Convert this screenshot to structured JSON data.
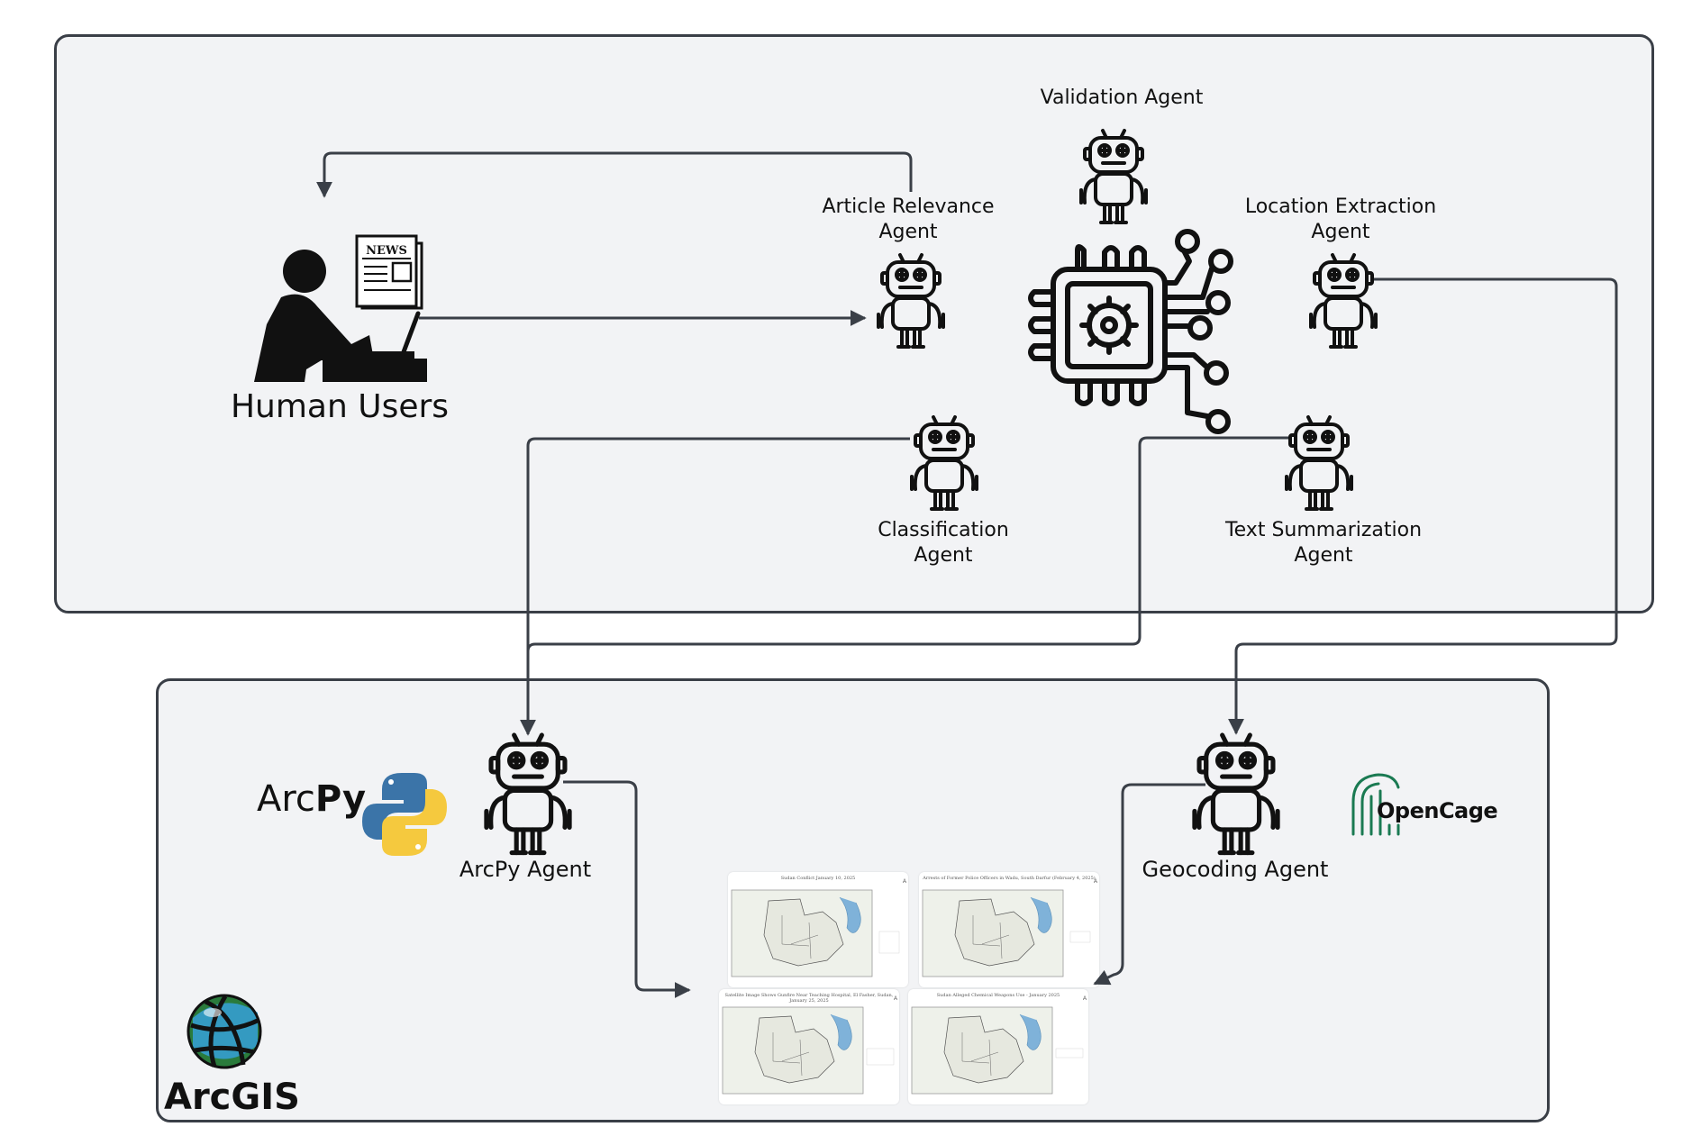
{
  "nodes": {
    "human_users": "Human Users",
    "newspaper": "NEWS",
    "validation_agent": "Validation Agent",
    "article_relevance_line1": "Article Relevance",
    "article_relevance_line2": "Agent",
    "location_extraction_line1": "Location Extraction",
    "location_extraction_line2": "Agent",
    "classification_line1": "Classification",
    "classification_line2": "Agent",
    "text_summarization_line1": "Text Summarization",
    "text_summarization_line2": "Agent",
    "arcpy_agent": "ArcPy Agent",
    "geocoding_agent": "Geocoding Agent"
  },
  "logos": {
    "arcpy_prefix": "Arc",
    "arcpy_suffix": "Py",
    "opencage": "OpenCage",
    "arcgis": "ArcGIS"
  },
  "maps": [
    {
      "title": "Sudan Conflict January 10, 2025"
    },
    {
      "title": "Arrests of Former Police Officers in Wadu, South Darfur (February 4, 2025)"
    },
    {
      "title": "Satellite Image Shows Gunfire Near Teaching Hospital, El Fasher, Sudan, January 25, 2025"
    },
    {
      "title": "Sudan Alleged Chemical Weapons Use - January 2025"
    }
  ],
  "colors": {
    "panel_bg": "#f2f3f5",
    "panel_border": "#3a3f47",
    "arrow": "#3a3f47",
    "opencage_green": "#1a7a52",
    "python_blue": "#3b74a8",
    "python_yellow": "#f5c93e"
  }
}
